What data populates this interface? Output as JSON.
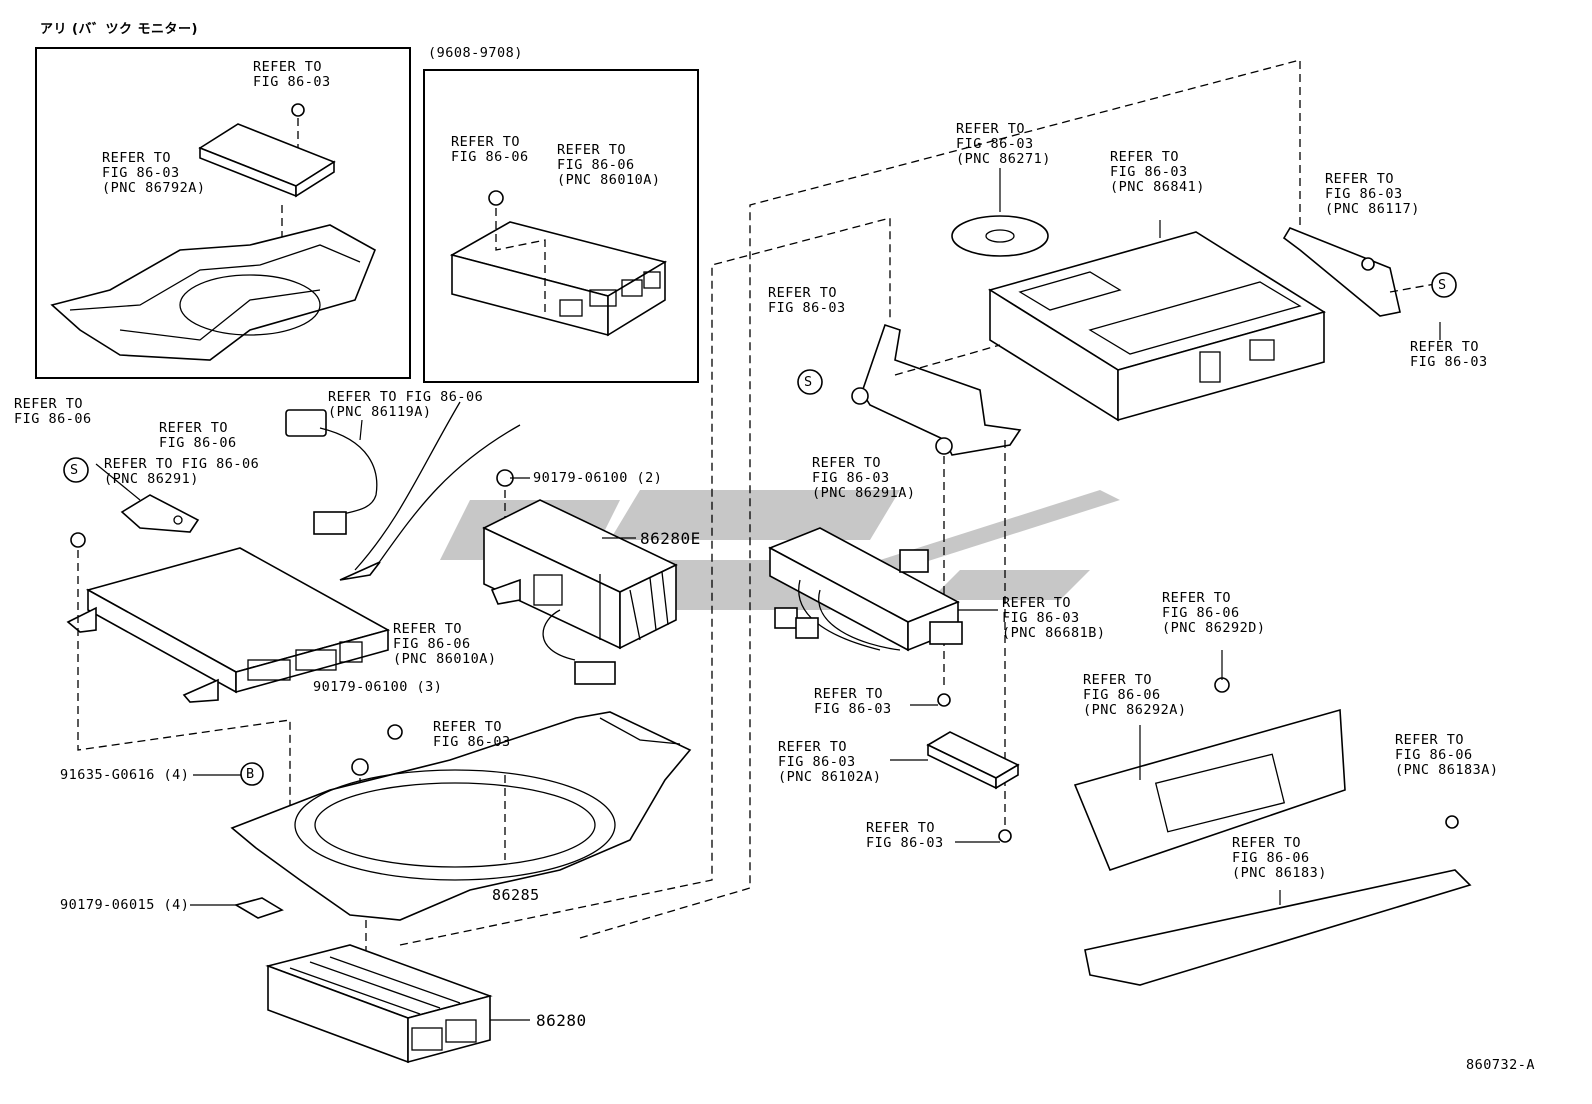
{
  "header_note": "アリ (バ゛ツク モニター)",
  "inset_date_range": "(9608-9708)",
  "sheet_id": "860732-A",
  "symbols": {
    "s": "S",
    "b": "B"
  },
  "labels": [
    [
      "REFER TO",
      "FIG 86-03"
    ],
    [
      "REFER TO",
      "FIG 86-03",
      "(PNC 86792A)"
    ],
    [
      "REFER TO",
      "FIG 86-06"
    ],
    [
      "REFER TO",
      "FIG 86-06",
      "(PNC 86010A)"
    ],
    [
      "REFER TO",
      "FIG 86-03",
      "(PNC 86271)"
    ],
    [
      "REFER TO",
      "FIG 86-03",
      "(PNC 86841)"
    ],
    [
      "REFER TO",
      "FIG 86-03",
      "(PNC 86117)"
    ],
    [
      "REFER TO",
      "FIG 86-03"
    ],
    [
      "REFER TO",
      "FIG 86-03"
    ],
    [
      "REFER TO",
      "FIG 86-06"
    ],
    [
      "REFER TO FIG 86-06",
      "(PNC 86119A)"
    ],
    [
      "REFER TO",
      "FIG 86-06"
    ],
    [
      "REFER TO FIG 86-06",
      "(PNC 86291)"
    ],
    [
      "REFER TO",
      "FIG 86-03",
      "(PNC 86291A)"
    ],
    [
      "REFER TO",
      "FIG 86-03",
      "(PNC 86681B)"
    ],
    [
      "REFER TO",
      "FIG 86-06",
      "(PNC 86292D)"
    ],
    [
      "REFER TO",
      "FIG 86-06",
      "(PNC 86010A)"
    ],
    [
      "REFER TO",
      "FIG 86-03"
    ],
    [
      "REFER TO",
      "FIG 86-03"
    ],
    [
      "REFER TO",
      "FIG 86-03",
      "(PNC 86102A)"
    ],
    [
      "REFER TO",
      "FIG 86-06",
      "(PNC 86292A)"
    ],
    [
      "REFER TO",
      "FIG 86-06",
      "(PNC 86183A)"
    ],
    [
      "REFER TO",
      "FIG 86-03"
    ],
    [
      "REFER TO",
      "FIG 86-06",
      "(PNC 86183)"
    ]
  ],
  "part_numbers": {
    "nut_2": "90179-06100 (2)",
    "nut_3": "90179-06100 (3)",
    "bolt_4": "91635-G0616 (4)",
    "clip_4": "90179-06015 (4)",
    "amp_e": "86280E",
    "bracket": "86285",
    "amp": "86280"
  }
}
